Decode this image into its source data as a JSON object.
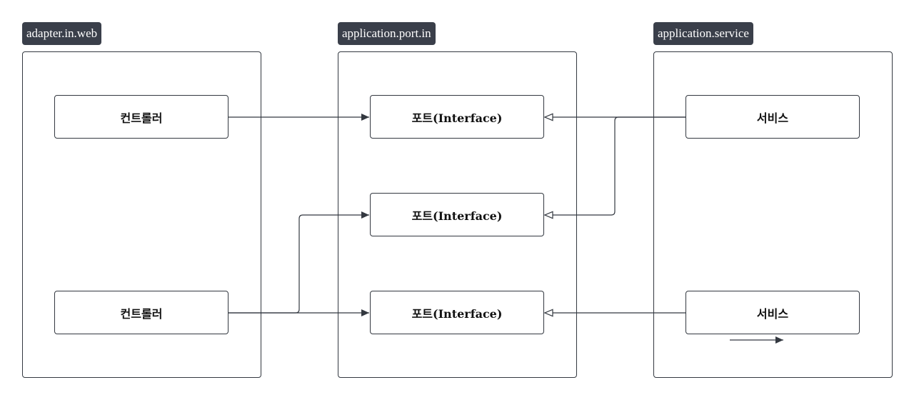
{
  "packages": [
    {
      "label": "adapter.in.web"
    },
    {
      "label": "application.port.in"
    },
    {
      "label": "application.service"
    }
  ],
  "nodes": {
    "controller_1": "컨트롤러",
    "controller_2": "컨트롤러",
    "port_1": "포트(Interface)",
    "port_2": "포트(Interface)",
    "port_3": "포트(Interface)",
    "service_1": "서비스",
    "service_2": "서비스"
  },
  "edges": [
    {
      "from": "controller_1",
      "to": "port_1",
      "relation": "uses",
      "arrow": "filled"
    },
    {
      "from": "controller_2",
      "to": "port_2",
      "relation": "uses",
      "arrow": "filled"
    },
    {
      "from": "controller_2",
      "to": "port_3",
      "relation": "uses",
      "arrow": "filled"
    },
    {
      "from": "service_1",
      "to": "port_1",
      "relation": "implements",
      "arrow": "hollow"
    },
    {
      "from": "service_1",
      "to": "port_2",
      "relation": "implements",
      "arrow": "hollow"
    },
    {
      "from": "service_2",
      "to": "port_3",
      "relation": "implements",
      "arrow": "hollow"
    }
  ],
  "colors": {
    "stroke": "#333840",
    "label_bg": "#3a3f4a",
    "label_text": "#ffffff",
    "background": "#ffffff"
  }
}
